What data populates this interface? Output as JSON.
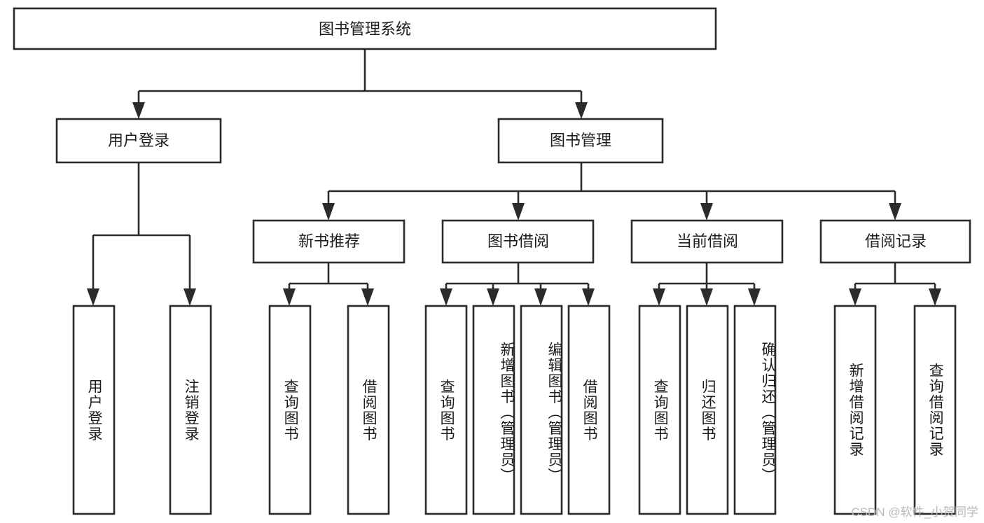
{
  "diagram": {
    "title": "图书管理系统",
    "type": "tree",
    "watermark": "CSDN @软件_小贺同学",
    "colors": {
      "stroke": "#2b2b2b",
      "fill": "#ffffff",
      "text": "#1c1c1c",
      "watermark": "#b9b9b9",
      "background": "#ffffff"
    },
    "root": {
      "label": "图书管理系统"
    },
    "level2": [
      {
        "label": "用户登录"
      },
      {
        "label": "图书管理"
      }
    ],
    "level3": [
      {
        "label": "新书推荐"
      },
      {
        "label": "图书借阅"
      },
      {
        "label": "当前借阅"
      },
      {
        "label": "借阅记录"
      }
    ],
    "leaves": {
      "user_login": [
        {
          "label": "用户登录"
        },
        {
          "label": "注销登录"
        }
      ],
      "new_book": [
        {
          "label": "查询图书"
        },
        {
          "label": "借阅图书"
        }
      ],
      "book_borrow": [
        {
          "label": "查询图书"
        },
        {
          "label": "新增图书（管理员）"
        },
        {
          "label": "编辑图书（管理员）"
        },
        {
          "label": "借阅图书"
        }
      ],
      "current_borrow": [
        {
          "label": "查询图书"
        },
        {
          "label": "归还图书"
        },
        {
          "label": "确认归还（管理员）"
        }
      ],
      "borrow_record": [
        {
          "label": "新增借阅记录"
        },
        {
          "label": "查询借阅记录"
        }
      ]
    }
  }
}
